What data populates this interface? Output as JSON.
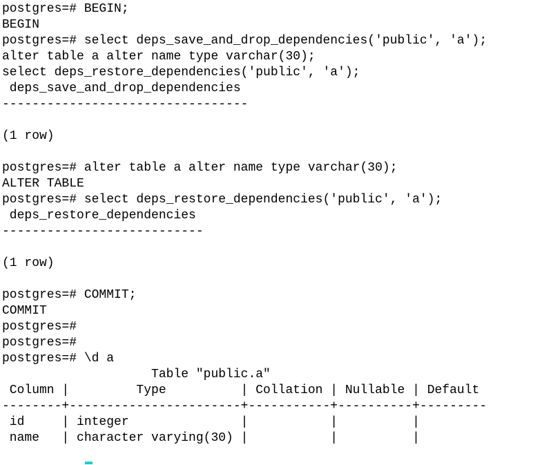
{
  "terminal": {
    "lines": [
      "postgres=# BEGIN;",
      "BEGIN",
      "postgres=# select deps_save_and_drop_dependencies('public', 'a');",
      "alter table a alter name type varchar(30);",
      "select deps_restore_dependencies('public', 'a');",
      " deps_save_and_drop_dependencies",
      "---------------------------------",
      "",
      "(1 row)",
      "",
      "postgres=# alter table a alter name type varchar(30);",
      "ALTER TABLE",
      "postgres=# select deps_restore_dependencies('public', 'a');",
      " deps_restore_dependencies",
      "---------------------------",
      "",
      "(1 row)",
      "",
      "postgres=# COMMIT;",
      "COMMIT",
      "postgres=#",
      "postgres=#",
      "postgres=# \\d a",
      "                    Table \"public.a\"",
      " Column |         Type          | Collation | Nullable | Default",
      "--------+-----------------------+-----------+----------+---------",
      " id     | integer               |           |          |",
      " name   | character varying(30) |           |          |"
    ],
    "cursor_color": "#1ccfd6"
  }
}
